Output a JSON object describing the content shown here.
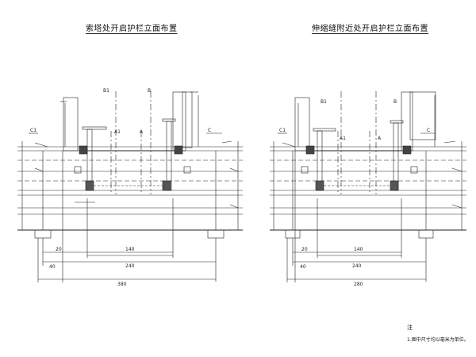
{
  "drawing": {
    "left": {
      "title": "索塔处开启护栏立面布置",
      "section_marks": [
        "B1",
        "B",
        "A1",
        "A"
      ],
      "dims": [
        "20",
        "140",
        "40",
        "240",
        "380"
      ],
      "side_labels": [
        "C1",
        "C"
      ]
    },
    "right": {
      "title": "伸缩缝附近处开启护栏立面布置",
      "section_marks": [
        "B1",
        "B",
        "A1",
        "A"
      ],
      "dims": [
        "20",
        "140",
        "40",
        "240",
        "280"
      ],
      "side_labels": [
        "C1",
        "C"
      ]
    }
  },
  "notes": {
    "heading": "注",
    "line1": "1.图中尺寸均以毫米为单位。"
  }
}
